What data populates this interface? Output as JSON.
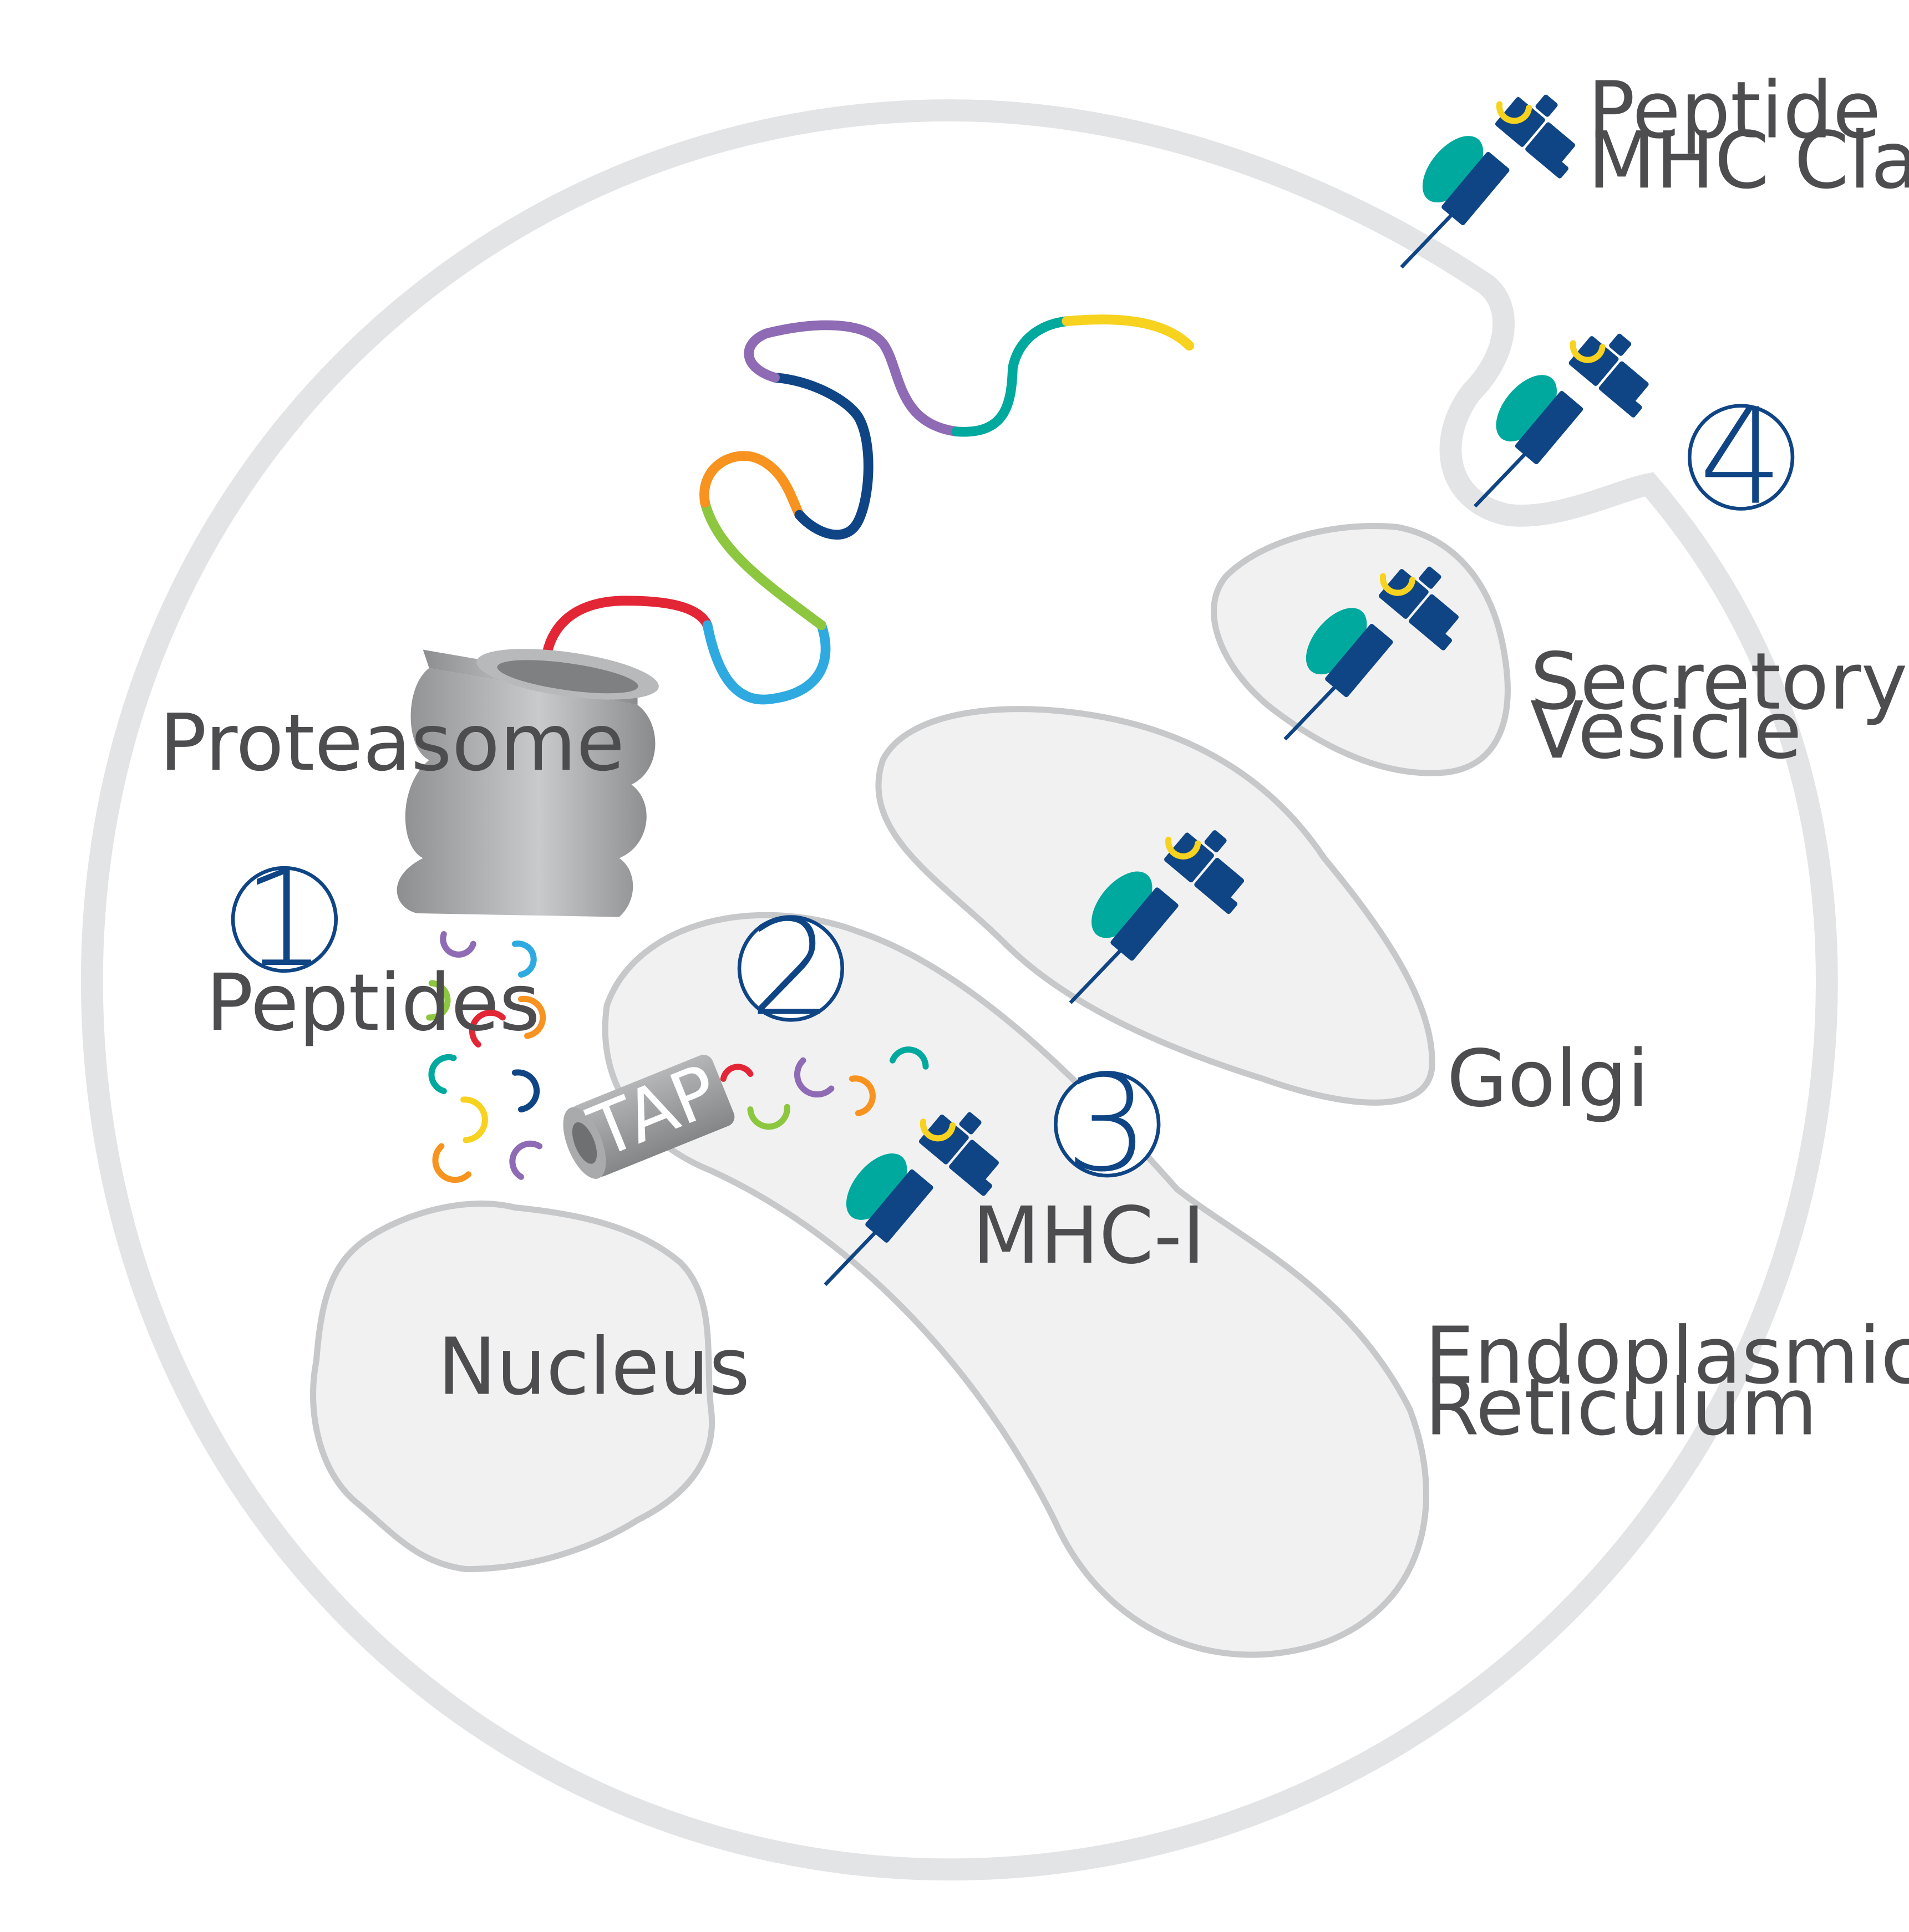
{
  "labels": {
    "peptide_on_mhc_line1": "Peptide on",
    "peptide_on_mhc_line2": "MHC Class I",
    "proteasome": "Proteasome",
    "peptides": "Peptides",
    "secretory_line1": "Secretory",
    "secretory_line2": "Vesicle",
    "golgi": "Golgi",
    "mhc_i": "MHC-I",
    "er_line1": "Endoplasmic",
    "er_line2": "Reticulum",
    "nucleus": "Nucleus",
    "tap": "TAP"
  },
  "steps": [
    "1",
    "2",
    "3",
    "4"
  ],
  "colors": {
    "membrane": "#e3e4e6",
    "organelle_fill": "#f1f1f2",
    "organelle_stroke": "#c7c8ca",
    "mhc_blue": "#0f4585",
    "mhc_teal": "#00a99d",
    "peptide_yellow": "#f7d21e",
    "proteasome_gray": "#9a9b9d",
    "label_gray": "#4d4d4f"
  },
  "icons": {
    "mhc": "mhc-class-i-icon",
    "proteasome": "proteasome-icon",
    "tap": "tap-transporter-icon"
  }
}
